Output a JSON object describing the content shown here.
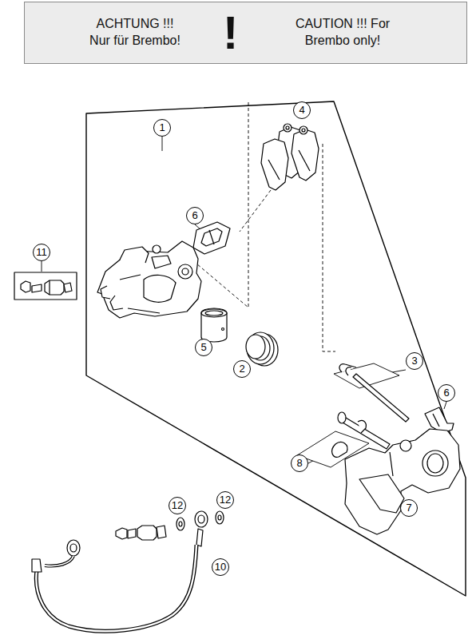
{
  "diagram": {
    "nodes": [
      {
        "text": [
          "ACHTUNG !!! Nur für Brembo!",
          "!",
          "CAUTION !!! For Brembo only!"
        ]
      }
    ],
    "labels": [
      "1",
      "4",
      "6",
      "11",
      "5",
      "2",
      "3",
      "6",
      "8",
      "7",
      "12",
      "12",
      "10"
    ]
  }
}
